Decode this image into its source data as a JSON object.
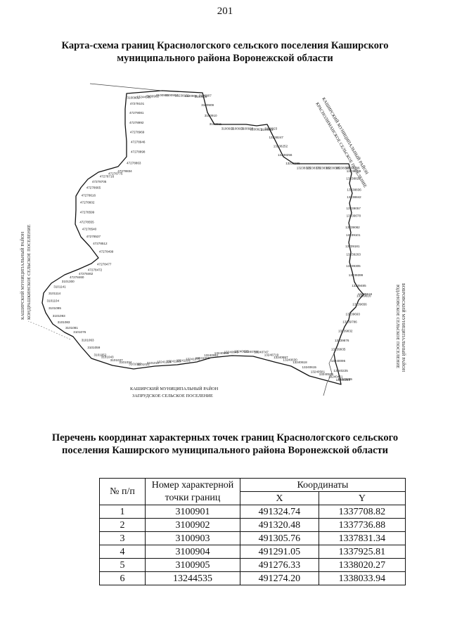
{
  "page_number": "201",
  "map_title": "Карта-схема границ Краснологского сельского поселения Каширского муниципального района Воронежской области",
  "map": {
    "neighbors": {
      "west_line1": "КАШИРСКИЙ МУНИЦИПАЛЬНЫЙ РАЙОН",
      "west_line2": "КОНДРАШКИНСКОЕ СЕЛЬСКОЕ ПОСЕЛЕНИЕ",
      "northeast_line1": "КАШИРСКИЙ МУНИЦИПАЛЬНЫЙ РАЙОН",
      "northeast_line2": "КРАСНОЛИМАНСКОЕ СЕЛЬСКОЕ ПОСЕЛЕНИЕ",
      "east_line1": "БОБРОВСКИЙ МУНИЦИПАЛЬНЫЙ РАЙОН",
      "east_line2": "ЮДАНОВСКОЕ СЕЛЬСКОЕ ПОСЕЛЕНИЕ",
      "south_line1": "КАШИРСКИЙ МУНИЦИПАЛЬНЫЙ РАЙОН",
      "south_line2": "ЗАПРУДСКОЕ СЕЛЬСКОЕ ПОСЕЛЕНИЕ"
    },
    "point_labels": [
      "3100901",
      "13244535",
      "3100902",
      "3100903",
      "3100904",
      "13238131",
      "3100905",
      "3100906",
      "3100907",
      "3100909",
      "3100910",
      "3100911",
      "3100912",
      "3100913",
      "3100920",
      "3100921",
      "3100922",
      "3100923",
      "13238247",
      "13238252",
      "13238256",
      "13238285",
      "13238325",
      "13238376",
      "13238382",
      "13238385",
      "13238395",
      "13238796",
      "13238809",
      "13238825",
      "13238836",
      "13238842",
      "13239057",
      "13239078",
      "13239082",
      "13239101",
      "13239181",
      "13239263",
      "13239305",
      "13239399",
      "13239485",
      "13239515",
      "13239616",
      "13239656",
      "13239693",
      "13239786",
      "13239832",
      "13239876",
      "13239935",
      "13240095",
      "13240225",
      "13240259",
      "13240295",
      "13240451",
      "13240535",
      "13240581",
      "13240615",
      "13240618",
      "13240630",
      "13240697",
      "13240719",
      "13240747",
      "13240792",
      "13240803",
      "13240849",
      "13240896",
      "13240951",
      "13241000",
      "13241075",
      "13241131",
      "13241188",
      "13241224",
      "3101017",
      "3101021",
      "3101027",
      "3101034",
      "3101037",
      "3101043",
      "3101052",
      "3101059",
      "3101063",
      "3101076",
      "3101081",
      "3101083",
      "3101093",
      "3101095",
      "3101104",
      "3101114",
      "3101141",
      "3101300",
      "47278460",
      "47278462",
      "47278472",
      "47278477",
      "47278499",
      "47278512",
      "47278537",
      "47278540",
      "47278555",
      "47278599",
      "47278602",
      "47278616",
      "47278665",
      "47278705",
      "47278716",
      "47278775",
      "47278834",
      "47278863",
      "47278898",
      "47278946",
      "47278969",
      "47278992",
      "47279081",
      "47279101"
    ]
  },
  "table_title": "Перечень координат характерных точек границ Краснологского сельского поселения Каширского муниципального района Воронежской области",
  "table": {
    "headers": {
      "num": "№ п/п",
      "point": "Номер характерной точки границ",
      "coords": "Координаты",
      "x": "X",
      "y": "Y"
    },
    "rows": [
      {
        "n": "1",
        "point": "3100901",
        "x": "491324.74",
        "y": "1337708.82"
      },
      {
        "n": "2",
        "point": "3100902",
        "x": "491320.48",
        "y": "1337736.88"
      },
      {
        "n": "3",
        "point": "3100903",
        "x": "491305.76",
        "y": "1337831.34"
      },
      {
        "n": "4",
        "point": "3100904",
        "x": "491291.05",
        "y": "1337925.81"
      },
      {
        "n": "5",
        "point": "3100905",
        "x": "491276.33",
        "y": "1338020.27"
      },
      {
        "n": "6",
        "point": "13244535",
        "x": "491274.20",
        "y": "1338033.94"
      }
    ]
  }
}
